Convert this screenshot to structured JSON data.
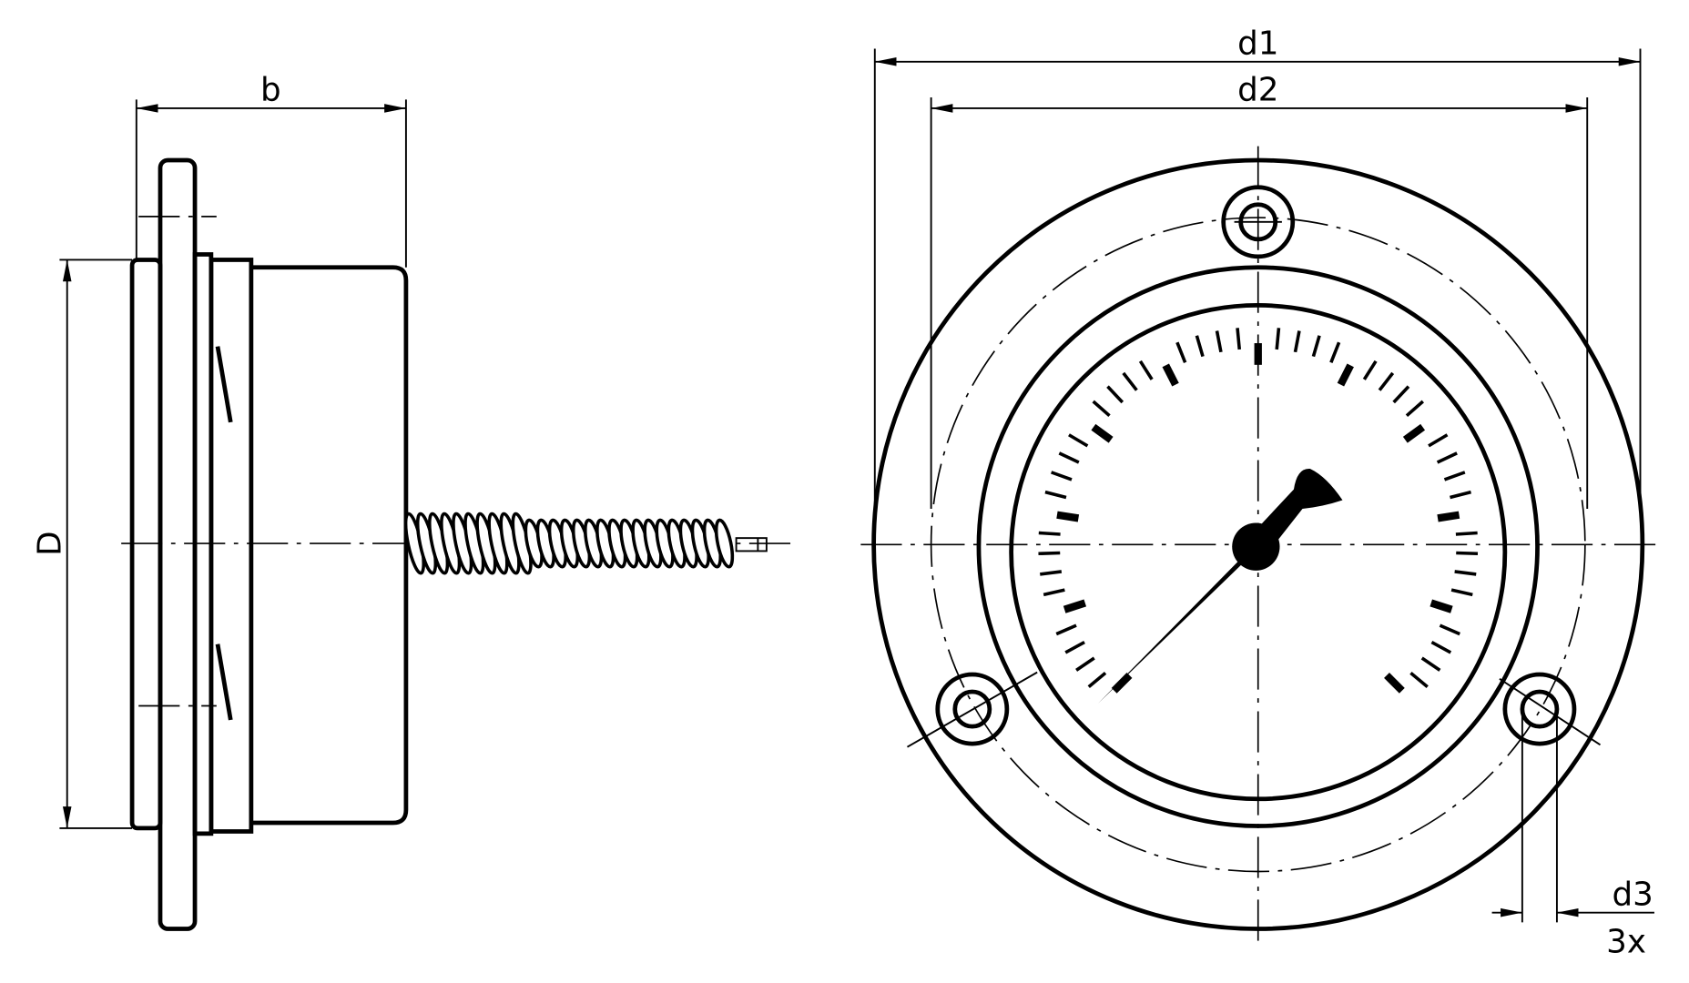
{
  "drawing": {
    "side_view": {
      "width_label": "b",
      "diameter_label": "D"
    },
    "front_view": {
      "outer_diameter_label": "d1",
      "bolt_circle_label": "d2",
      "hole_diameter_label": "d3",
      "hole_count_label": "3x",
      "scale": {
        "major_divisions": 10,
        "minor_per_major": 5,
        "sweep_degrees": 270
      }
    }
  },
  "colors": {
    "ink": "#000000",
    "paper": "#ffffff"
  }
}
